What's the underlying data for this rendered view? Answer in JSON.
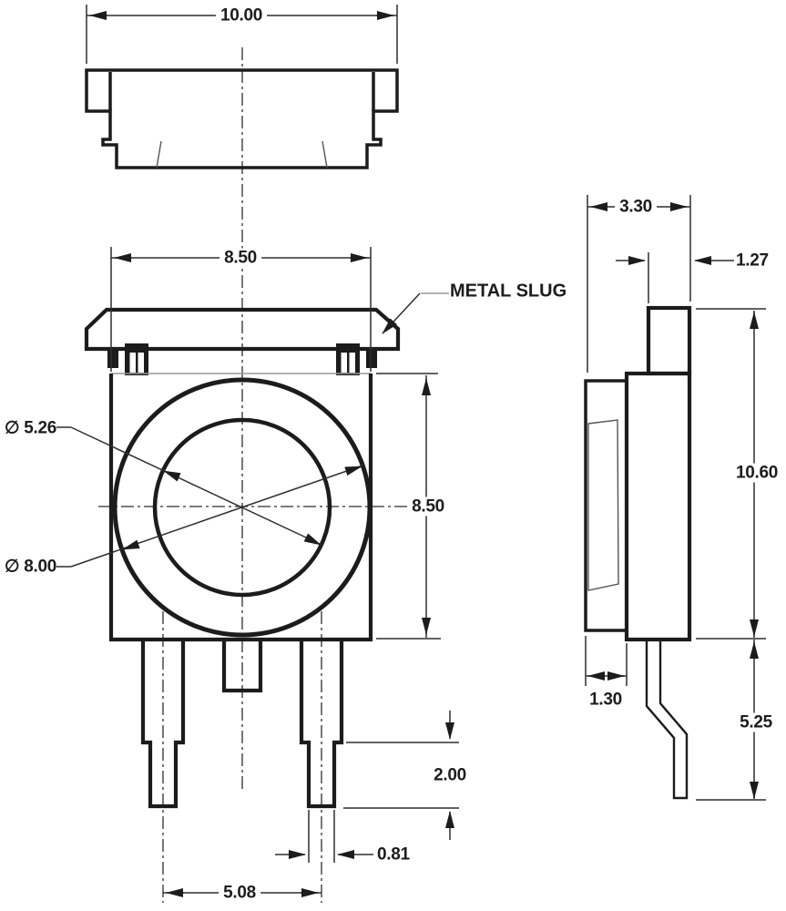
{
  "colors": {
    "line": "#1c1c1c",
    "thin_line": "#2e2e2e",
    "gray_line": "#9a9a9a",
    "background": "#ffffff"
  },
  "annotations": {
    "metal_slug_label": "METAL SLUG"
  },
  "dimensions": {
    "top_view_width": "10.00",
    "slug_face_width": "8.50",
    "inner_diameter": "∅ 5.26",
    "outer_diameter": "∅ 8.00",
    "body_height": "8.50",
    "lead_tip_length": "2.00",
    "lead_tip_width": "0.81",
    "lead_pitch": "5.08",
    "side_top_width": "3.30",
    "tab_width": "1.27",
    "side_overall_height": "10.60",
    "base_width": "1.30",
    "lead_length": "5.25"
  }
}
